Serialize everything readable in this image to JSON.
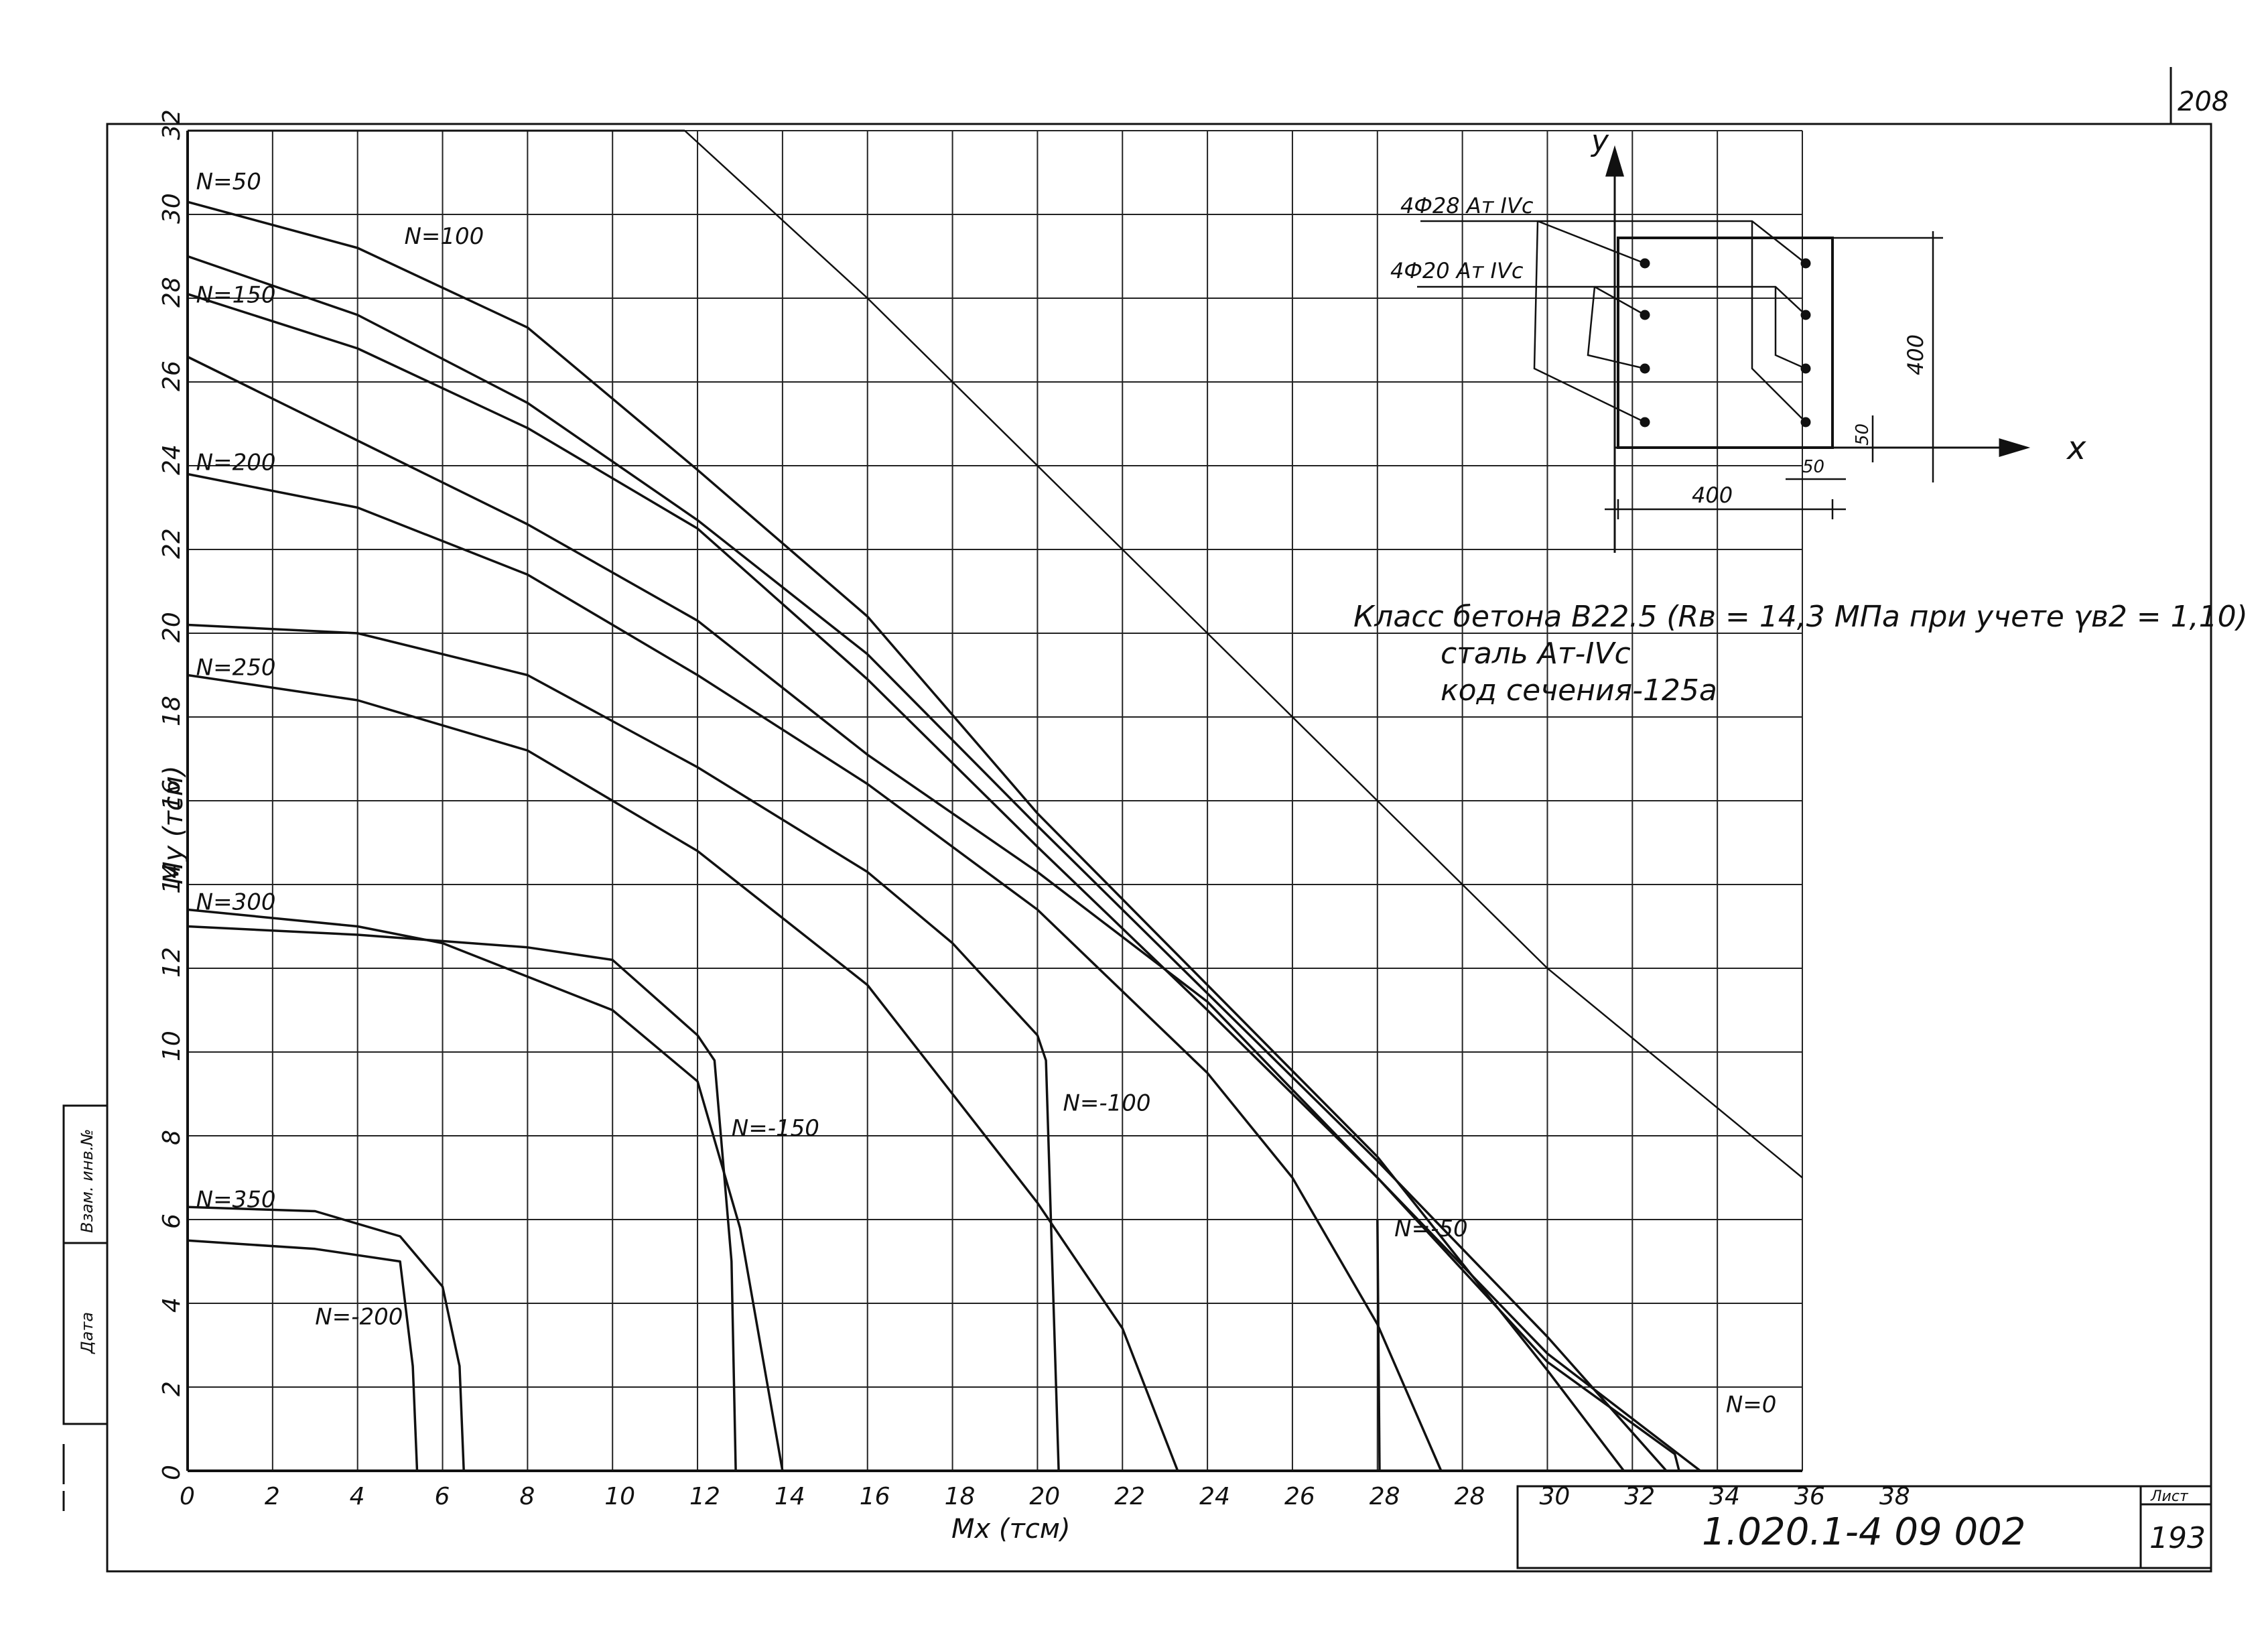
{
  "sheet": {
    "page_number": "208",
    "sheet_label": "Лист",
    "sheet_number": "193",
    "document_code": "1.020.1-4 09 002",
    "side_stamp": [
      "Взам. инв.№",
      "Дата"
    ]
  },
  "legend_text": {
    "line1": "Класс бетона В22.5 (Rв = 14,3 МПа при учете γв2 = 1,10)",
    "line2": "сталь Ат-IVс",
    "line3": "код сечения-125а"
  },
  "section": {
    "axis_y": "y",
    "axis_x": "x",
    "bar_top": "4Ф28 Ат IVс",
    "bar_bottom": "4Ф20 Ат IVс",
    "width_dim": "400",
    "height_dim": "400",
    "cover_x": "50",
    "cover_y": "50"
  },
  "chart_data": {
    "type": "line",
    "xlabel": "Mx (тсм)",
    "ylabel": "My (тсм)",
    "xlim": [
      0,
      38
    ],
    "ylim": [
      0,
      32
    ],
    "x_ticks": [
      "0",
      "2",
      "4",
      "6",
      "8",
      "10",
      "12",
      "14",
      "16",
      "18",
      "20",
      "22",
      "24",
      "26",
      "28",
      "28",
      "30",
      "32",
      "34",
      "36",
      "38"
    ],
    "y_ticks": [
      "0",
      "2",
      "4",
      "6",
      "8",
      "10",
      "12",
      "14",
      "16",
      "18",
      "20",
      "22",
      "24",
      "26",
      "28",
      "30",
      "32"
    ],
    "grid": true,
    "series": [
      {
        "name": "N=50",
        "points": [
          [
            0,
            30.3
          ],
          [
            4,
            29.2
          ],
          [
            8,
            27.3
          ],
          [
            12,
            23.9
          ],
          [
            16,
            20.4
          ],
          [
            20,
            15.7
          ],
          [
            24,
            11.6
          ],
          [
            28,
            7.5
          ],
          [
            32,
            2.4
          ],
          [
            33.8,
            0
          ]
        ]
      },
      {
        "name": "N=100",
        "points": [
          [
            0,
            29.0
          ],
          [
            4,
            27.6
          ],
          [
            8,
            25.5
          ],
          [
            12,
            22.7
          ],
          [
            16,
            19.5
          ],
          [
            20,
            15.4
          ],
          [
            24,
            11.4
          ],
          [
            28,
            7.4
          ],
          [
            32,
            3.2
          ],
          [
            34.8,
            0
          ]
        ]
      },
      {
        "name": "N=150",
        "points": [
          [
            0,
            28.1
          ],
          [
            4,
            26.8
          ],
          [
            8,
            24.9
          ],
          [
            12,
            22.5
          ],
          [
            16,
            18.9
          ],
          [
            20,
            14.9
          ],
          [
            24,
            11.0
          ],
          [
            28,
            7.0
          ],
          [
            32,
            2.8
          ],
          [
            35.6,
            0
          ]
        ]
      },
      {
        "name": "",
        "points": [
          [
            0,
            26.6
          ],
          [
            4,
            24.6
          ],
          [
            8,
            22.6
          ],
          [
            12,
            20.3
          ],
          [
            16,
            17.1
          ],
          [
            20,
            14.3
          ],
          [
            24,
            11.2
          ],
          [
            28,
            7.0
          ],
          [
            32,
            2.6
          ],
          [
            35,
            0.4
          ],
          [
            35.1,
            0
          ]
        ]
      },
      {
        "name": "N=200",
        "points": [
          [
            0,
            23.8
          ],
          [
            4,
            23.0
          ],
          [
            8,
            21.4
          ],
          [
            12,
            19.0
          ],
          [
            16,
            16.4
          ],
          [
            20,
            13.4
          ],
          [
            24,
            9.5
          ],
          [
            26,
            7.0
          ],
          [
            28,
            3.5
          ],
          [
            29.5,
            0
          ]
        ]
      },
      {
        "name": "",
        "points": [
          [
            0,
            20.2
          ],
          [
            4,
            20.0
          ],
          [
            8,
            19.0
          ],
          [
            12,
            16.8
          ],
          [
            16,
            14.3
          ],
          [
            18,
            12.6
          ],
          [
            20,
            10.4
          ],
          [
            20.2,
            9.8
          ],
          [
            20.5,
            0
          ]
        ]
      },
      {
        "name": "N=250",
        "points": [
          [
            0,
            19.0
          ],
          [
            4,
            18.4
          ],
          [
            8,
            17.2
          ],
          [
            12,
            14.8
          ],
          [
            16,
            11.6
          ],
          [
            20,
            6.4
          ],
          [
            22,
            3.4
          ],
          [
            23.3,
            0
          ]
        ]
      },
      {
        "name": "N=300",
        "points": [
          [
            0,
            13.4
          ],
          [
            4,
            13.0
          ],
          [
            6,
            12.6
          ],
          [
            10,
            11.0
          ],
          [
            12,
            9.3
          ],
          [
            13,
            5.8
          ],
          [
            14,
            0
          ]
        ]
      },
      {
        "name": "",
        "points": [
          [
            0,
            13.0
          ],
          [
            4,
            12.8
          ],
          [
            8,
            12.5
          ],
          [
            10,
            12.2
          ],
          [
            12,
            10.4
          ],
          [
            12.4,
            9.8
          ],
          [
            12.8,
            5.0
          ],
          [
            12.9,
            0
          ]
        ]
      },
      {
        "name": "N=350",
        "points": [
          [
            0,
            6.3
          ],
          [
            3,
            6.2
          ],
          [
            5,
            5.6
          ],
          [
            6,
            4.4
          ],
          [
            6.4,
            2.5
          ],
          [
            6.5,
            0
          ]
        ]
      },
      {
        "name": "",
        "points": [
          [
            0,
            5.5
          ],
          [
            3,
            5.3
          ],
          [
            5,
            5.0
          ],
          [
            5.3,
            2.5
          ],
          [
            5.4,
            0
          ]
        ]
      },
      {
        "name": "",
        "points": [
          [
            28,
            6.0
          ],
          [
            28.05,
            0
          ]
        ]
      }
    ],
    "envelope": [
      [
        11.7,
        32
      ],
      [
        16,
        28
      ],
      [
        20,
        24
      ],
      [
        22,
        22
      ],
      [
        24,
        20
      ],
      [
        28,
        16
      ],
      [
        30,
        14
      ],
      [
        32,
        12
      ],
      [
        38,
        7
      ]
    ],
    "annotations": [
      "N=50",
      "N=100",
      "N=150",
      "N=200",
      "N=250",
      "N=300",
      "N=350",
      "N=-50",
      "N=-100",
      "N=-150",
      "N=-200",
      "N=0"
    ]
  }
}
